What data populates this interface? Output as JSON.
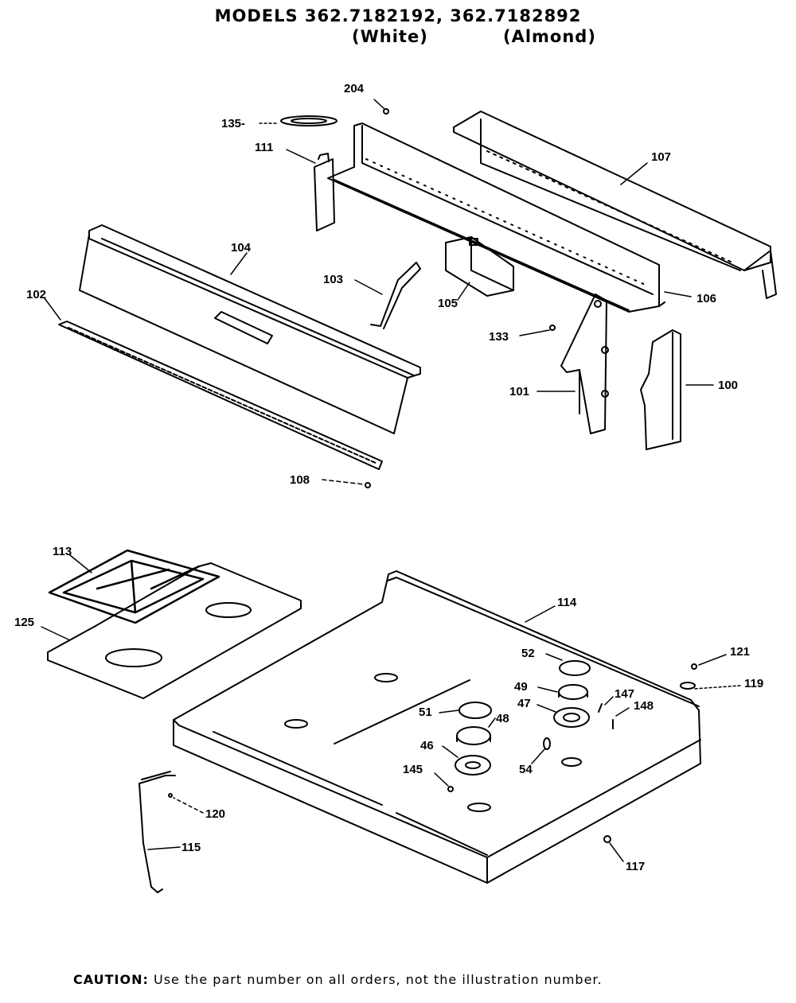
{
  "header": {
    "title": "MODELS 362.7182192, 362.7182892",
    "variant_white": "(White)",
    "variant_almond": "(Almond)"
  },
  "callouts": [
    {
      "id": "c204",
      "label": "204"
    },
    {
      "id": "c135",
      "label": "135-"
    },
    {
      "id": "c111",
      "label": "111"
    },
    {
      "id": "c107",
      "label": "107"
    },
    {
      "id": "c104",
      "label": "104"
    },
    {
      "id": "c103",
      "label": "103"
    },
    {
      "id": "c102",
      "label": "102"
    },
    {
      "id": "c105",
      "label": "105"
    },
    {
      "id": "c106",
      "label": "106"
    },
    {
      "id": "c133",
      "label": "133"
    },
    {
      "id": "c101",
      "label": "101"
    },
    {
      "id": "c100",
      "label": "100"
    },
    {
      "id": "c108",
      "label": "108"
    },
    {
      "id": "c113",
      "label": "113"
    },
    {
      "id": "c125",
      "label": "125"
    },
    {
      "id": "c114",
      "label": "114"
    },
    {
      "id": "c52",
      "label": "52"
    },
    {
      "id": "c121",
      "label": "121"
    },
    {
      "id": "c119",
      "label": "119"
    },
    {
      "id": "c49",
      "label": "49"
    },
    {
      "id": "c147",
      "label": "147"
    },
    {
      "id": "c47",
      "label": "47"
    },
    {
      "id": "c148",
      "label": "148"
    },
    {
      "id": "c51",
      "label": "51"
    },
    {
      "id": "c48",
      "label": "48"
    },
    {
      "id": "c46",
      "label": "46"
    },
    {
      "id": "c54",
      "label": "54"
    },
    {
      "id": "c145",
      "label": "145"
    },
    {
      "id": "c120",
      "label": "120"
    },
    {
      "id": "c115",
      "label": "115"
    },
    {
      "id": "c117",
      "label": "117"
    }
  ],
  "footer": {
    "caution_label": "CAUTION:",
    "caution_text": "Use the part number on all orders, not the illustration number."
  }
}
